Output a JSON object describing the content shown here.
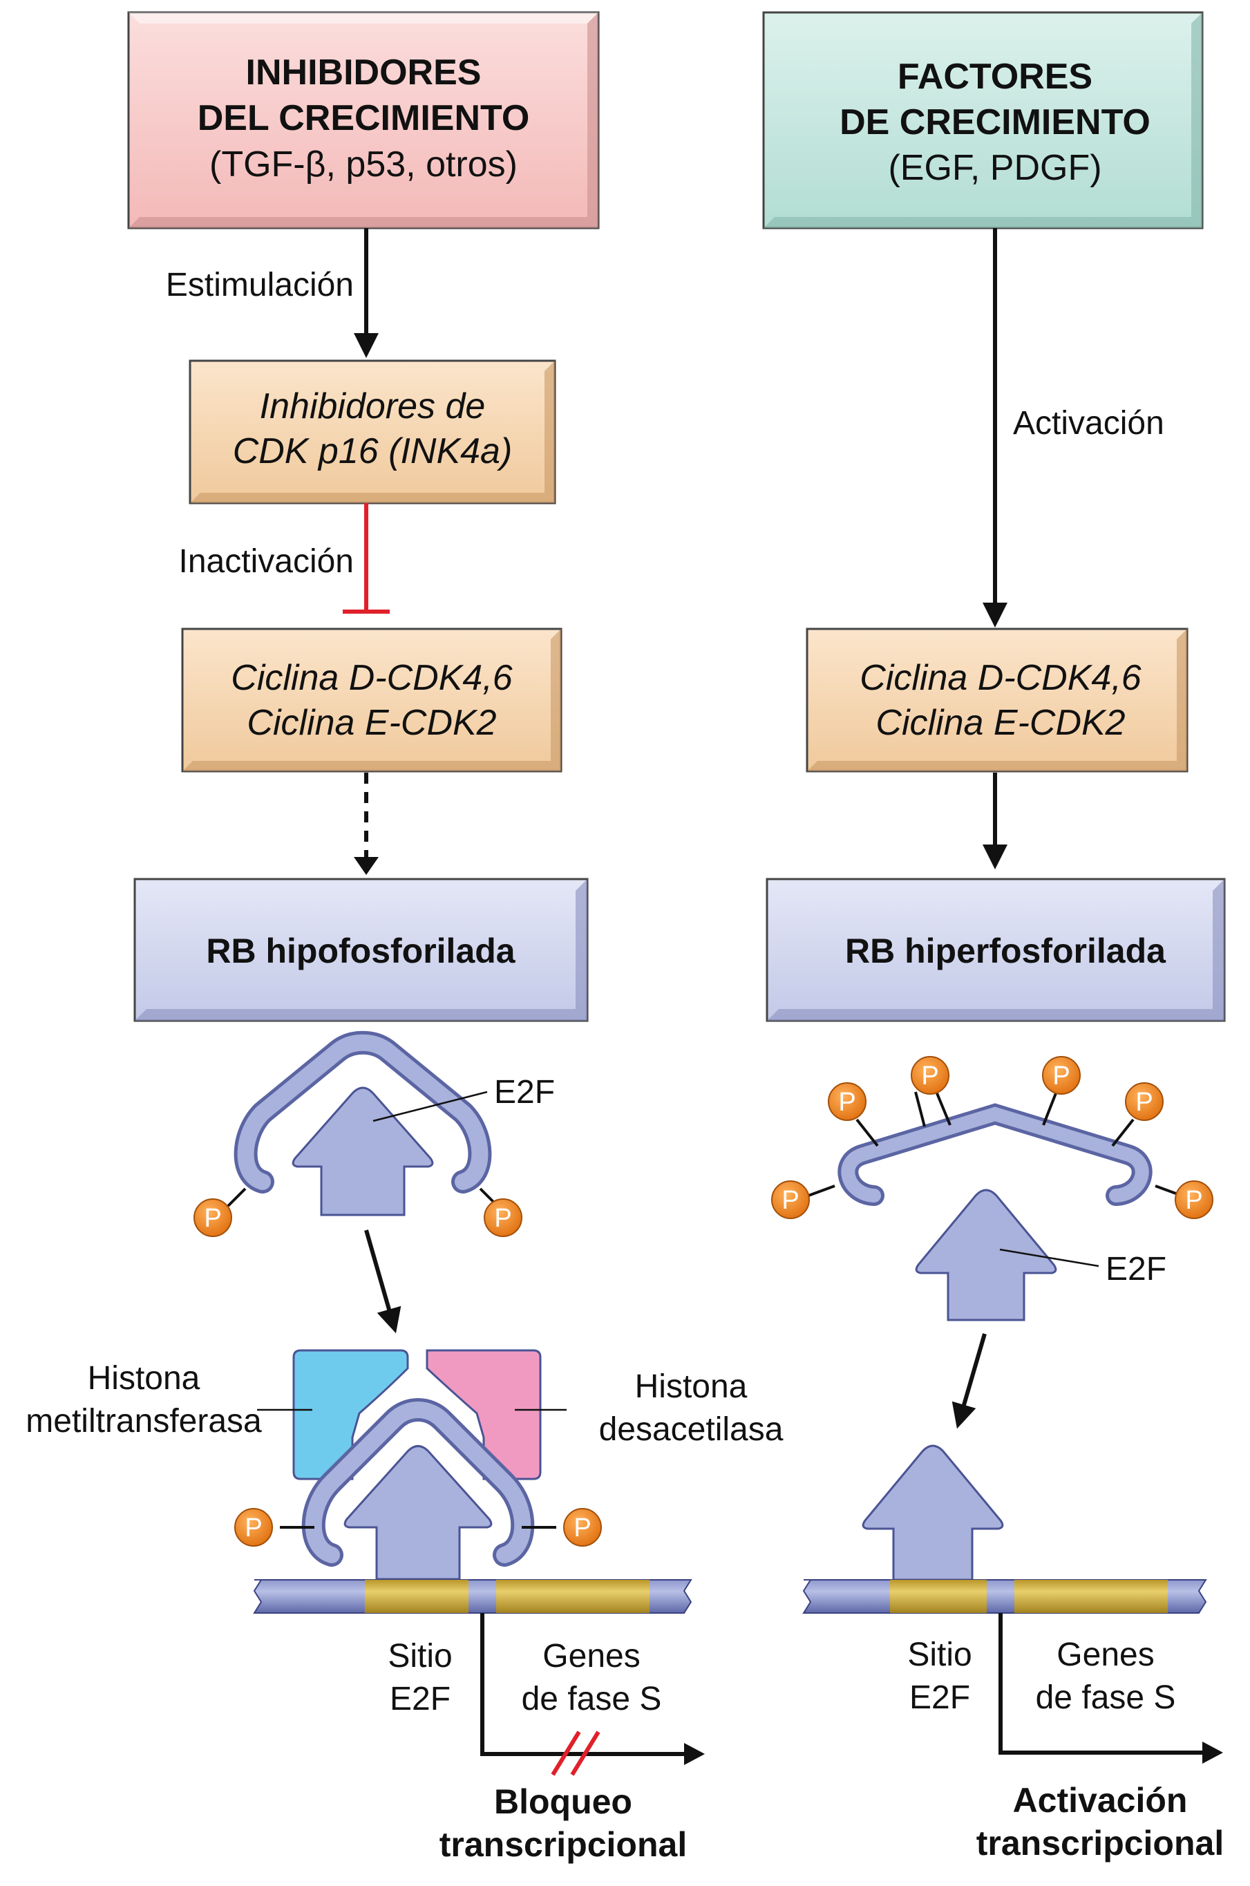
{
  "left": {
    "box1": {
      "line1": "INHIBIDORES",
      "line2": "DEL CRECIMIENTO",
      "line3": "(TGF-β, p53, otros)"
    },
    "arrow1_label": "Estimulación",
    "box2": {
      "line1": "Inhibidores de",
      "line2": "CDK p16 (INK4a)"
    },
    "arrow2_label": "Inactivación",
    "box3": {
      "line1": "Ciclina D-CDK4,6",
      "line2": "Ciclina E-CDK2"
    },
    "box4": {
      "line1": "RB hipofosforilada"
    },
    "e2f_label": "E2F",
    "histona_left": {
      "line1": "Histona",
      "line2": "metiltransferasa"
    },
    "histona_right": {
      "line1": "Histona",
      "line2": "desacetilasa"
    },
    "sitio": {
      "line1": "Sitio",
      "line2": "E2F"
    },
    "genes": {
      "line1": "Genes",
      "line2": "de fase S"
    },
    "result": {
      "line1": "Bloqueo",
      "line2": "transcripcional"
    }
  },
  "right": {
    "box1": {
      "line1": "FACTORES",
      "line2": "DE CRECIMIENTO",
      "line3": "(EGF, PDGF)"
    },
    "arrow1_label": "Activación",
    "box3": {
      "line1": "Ciclina D-CDK4,6",
      "line2": "Ciclina E-CDK2"
    },
    "box4": {
      "line1": "RB hiperfosforilada"
    },
    "e2f_label": "E2F",
    "sitio": {
      "line1": "Sitio",
      "line2": "E2F"
    },
    "genes": {
      "line1": "Genes",
      "line2": "de fase S"
    },
    "result": {
      "line1": "Activación",
      "line2": "transcripcional"
    }
  },
  "phosphate_label": "P",
  "colors": {
    "inhibitor_box": "#f7c9c8",
    "growth_box": "#c4e6de",
    "cdk_box": "#f6d7b4",
    "rb_box": "#d2d6ee",
    "protein_blue": "#a9b2dc",
    "phosphate_orange": "#f0821e",
    "dna_yellow": "#d9b94a",
    "methyltransferase": "#6fcbee",
    "deacetylase": "#f09ac2",
    "inhibit_red": "#e0202a"
  }
}
